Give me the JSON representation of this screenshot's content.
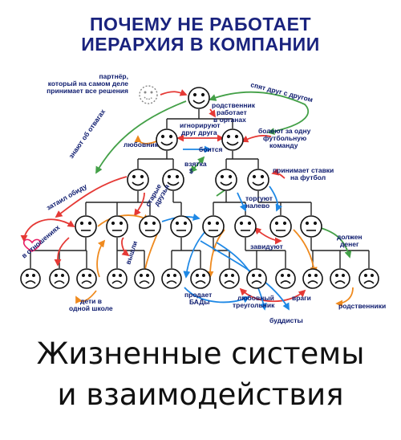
{
  "header": {
    "title_line1": "ПОЧЕМУ НЕ РАБОТАЕТ",
    "title_line2": "ИЕРАРХИЯ В КОМПАНИИ"
  },
  "labels": {
    "partner": [
      "партнёр,",
      "который на самом деле",
      "принимает все решения"
    ],
    "sleep_together": "спят друг с другом",
    "relative_organs": [
      "родственник",
      "работает",
      "в органах"
    ],
    "ignore": [
      "игнорируют",
      "друг друга"
    ],
    "football": [
      "болеют за одну",
      "футбольную",
      "команду"
    ],
    "lover": "любовник",
    "afraid": "боится",
    "bribe": [
      "взятка",
      "$"
    ],
    "know_about_alcohol": "знают об отвагах",
    "take_bribes": [
      "принимает ставки",
      "на футбол"
    ],
    "grudge": "затаил обиду",
    "old_friends": [
      "старые",
      "друзья"
    ],
    "trade_left": [
      "торгуют",
      "налево"
    ],
    "in_relationship": "в отношениях",
    "envies": "завидуют",
    "owes_money": [
      "должен",
      "денег"
    ],
    "played": "вышли",
    "kids_one_school": [
      "дети в",
      "одной школе"
    ],
    "sells_supplements": [
      "продает",
      "БАДы"
    ],
    "love_triangle": [
      "любовный",
      "треугольник"
    ],
    "enemies": "враги",
    "relatives": "родственники",
    "buddhists": "буддисты"
  },
  "footer": {
    "line1": "Жизненные системы",
    "line2": "и взаимодействия"
  },
  "colors": {
    "title": "#1a237e",
    "label_text": "#0d1b6e",
    "red": "#e53935",
    "green": "#43a047",
    "blue": "#1e88e5",
    "orange": "#ef8a1e",
    "pink": "#e91e63",
    "tree": "#222222"
  },
  "faces": {
    "level1": "smile",
    "level2": "smile",
    "level3": "smile",
    "level4": "neutral",
    "level5": "sad"
  }
}
